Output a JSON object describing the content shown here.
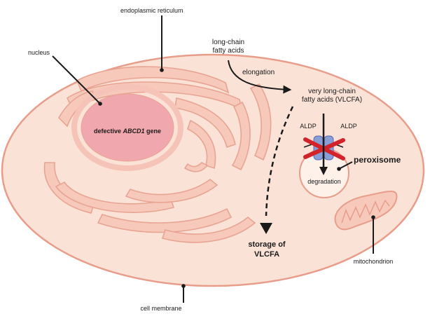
{
  "labels": {
    "er": "endoplasmic reticulum",
    "nucleus": "nucleus",
    "gene_prefix": "defective ",
    "gene_name": "ABCD1",
    "gene_suffix": " gene",
    "lcfa_line1": "long-chain",
    "lcfa_line2": "fatty acids",
    "elongation": "elongation",
    "vlcfa_line1": "very long-chain",
    "vlcfa_line2": "fatty acids (VLCFA)",
    "aldp_left": "ALDP",
    "aldp_right": "ALDP",
    "peroxisome": "peroxisome",
    "degradation": "degradation",
    "storage_line1": "storage of",
    "storage_line2": "VLCFA",
    "mitochondrion": "mitochondrion",
    "cell_membrane": "cell membrane"
  },
  "colors": {
    "cytoplasm": "#fbe2d6",
    "membrane": "#e89d8a",
    "er_fill": "#f7c9ba",
    "er_stroke": "#e8a493",
    "nucleus": "#f1a7ae",
    "nucleus_rim": "#f6c3b8",
    "peroxisome_fill": "#fdf1ea",
    "transporter": "#8a9ed6",
    "cross": "#d2232a",
    "ink": "#1a1a1a"
  }
}
